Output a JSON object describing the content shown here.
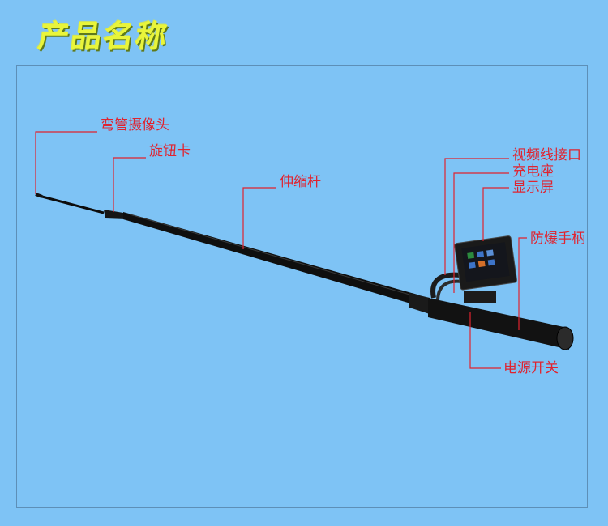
{
  "title": "产品名称",
  "labels": {
    "camera": "弯管摄像头",
    "knob": "旋钮卡",
    "telescopic_rod": "伸缩杆",
    "video_port": "视频线接口",
    "charging_port": "充电座",
    "display": "显示屏",
    "handle": "防爆手柄",
    "power_switch": "电源开关"
  },
  "colors": {
    "background": "#7ec3f5",
    "label_red": "#e0232f",
    "title_yellow": "#e9f53a",
    "rod": "#111111"
  }
}
